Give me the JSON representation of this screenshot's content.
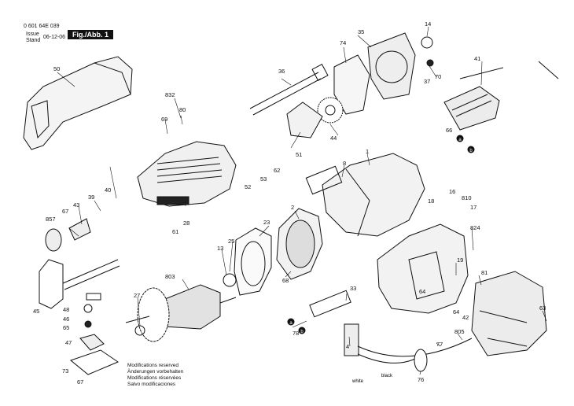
{
  "header": {
    "doc_number": "0 601 64E 039",
    "issue_label": "Issue",
    "stand_label": "Stand",
    "date": "06-12-06",
    "figure_label": "Fig./Abb. 1"
  },
  "notes": [
    "Modifications reserved",
    "Änderungen vorbehalten",
    "Modifications réservées",
    "Salvo modificaciones"
  ],
  "wire_labels": {
    "black": "black",
    "white": "white"
  },
  "connector_labels": [
    "a",
    "b",
    "a",
    "b"
  ],
  "callouts": [
    "50",
    "832",
    "80",
    "69",
    "40",
    "39",
    "43",
    "67",
    "857",
    "61",
    "28",
    "36",
    "74",
    "35",
    "14",
    "70",
    "37",
    "41",
    "66",
    "62",
    "53",
    "52",
    "51",
    "44",
    "8",
    "1",
    "16",
    "810",
    "17",
    "18",
    "824",
    "19",
    "64",
    "64",
    "81",
    "42",
    "63",
    "2",
    "23",
    "25",
    "13",
    "803",
    "68",
    "27",
    "48",
    "46",
    "65",
    "47",
    "73",
    "67",
    "45",
    "33",
    "78",
    "4",
    "76",
    "77",
    "805"
  ],
  "colors": {
    "line": "#111111",
    "fill": "#ffffff",
    "shade": "#dddddd",
    "dark": "#222222"
  }
}
